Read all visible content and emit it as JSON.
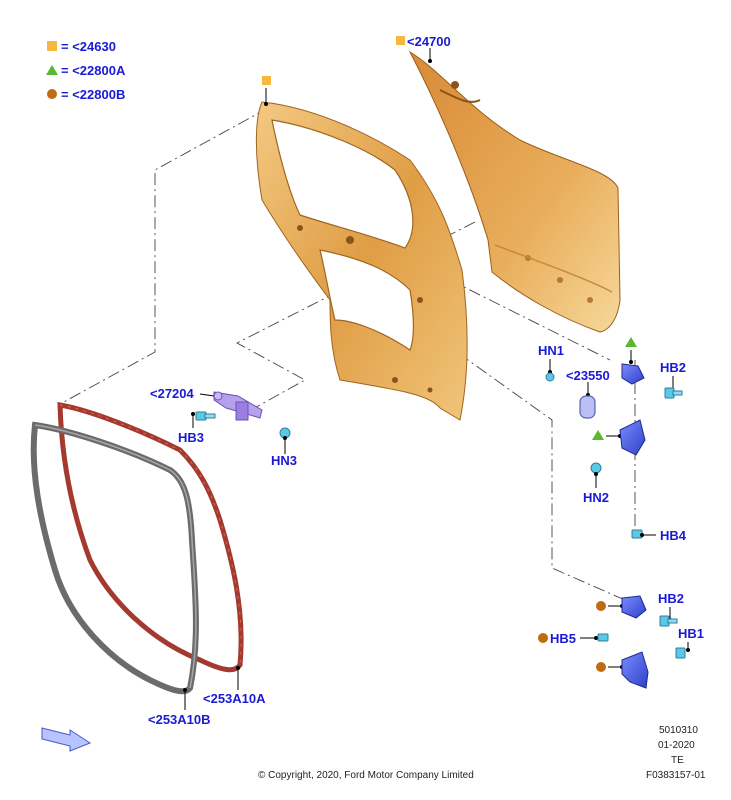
{
  "legend": [
    {
      "symbol": "square",
      "color": "#f5b841",
      "text": "= <24630"
    },
    {
      "symbol": "triangle",
      "color": "#59b82f",
      "text": "= <22800A"
    },
    {
      "symbol": "circle",
      "color": "#c06a12",
      "text": "= <22800B"
    }
  ],
  "callouts": {
    "outer_panel": "<24700",
    "door_frame": "",
    "hinge_check": "<27204",
    "hb3": "HB3",
    "hn3": "HN3",
    "hn1": "HN1",
    "part_23550": "<23550",
    "hb2_upper": "HB2",
    "hn2": "HN2",
    "hb4": "HB4",
    "hb2_lower": "HB2",
    "hb1": "HB1",
    "hb5": "HB5",
    "seal_a": "<253A10A",
    "seal_b": "<253A10B"
  },
  "footer": {
    "code": "5010310",
    "date": "01-2020",
    "region": "TE",
    "figure": "F0383157-01",
    "copyright": "© Copyright, 2020, Ford Motor Company Limited"
  },
  "colors": {
    "label_blue": "#1a1ad6",
    "door_gold": "#e7a24c",
    "seal_red": "#a43a2f",
    "seal_grey": "#6b6b6b",
    "hinge_blue": "#4a5ee8",
    "bracket_purple": "#9a7fe0",
    "fastener_cyan": "#5cc8e8"
  },
  "icons": {
    "orientation_arrow": "direction-arrow-icon"
  }
}
